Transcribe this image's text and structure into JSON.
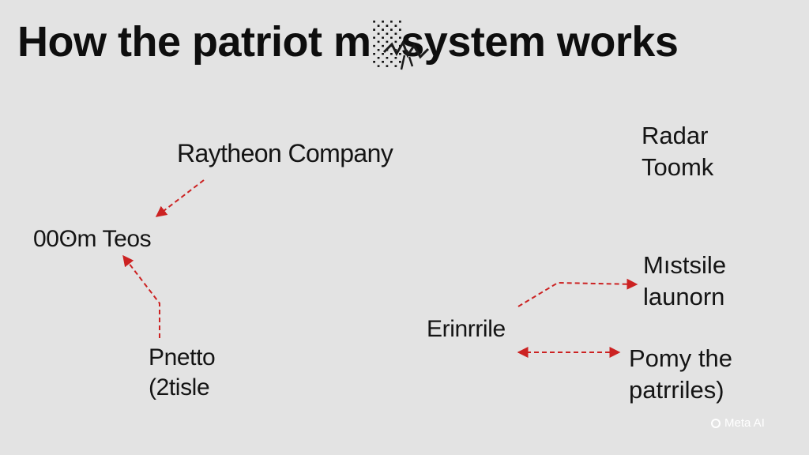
{
  "title": "How the patriot m░system works",
  "nodes": {
    "raytheon": "Raytheon Company",
    "ooz_teos": "00ʘm Teos",
    "pnetto": [
      "Pnetto",
      "(2tisle"
    ],
    "radar": [
      "Radar",
      "Toomk"
    ],
    "missile_launch": [
      "Mıstsile",
      "launorn"
    ],
    "erinrrile": "Erinrrile",
    "pomy": [
      "Pomy the",
      "patrriles)"
    ]
  },
  "watermark": "Meta AI",
  "colors": {
    "background": "#e3e3e3",
    "text": "#111111",
    "arrow": "#cc2222",
    "watermark": "#ffffff"
  },
  "edges": [
    {
      "from": "raytheon",
      "to": "ooz_teos",
      "style": "dashed",
      "head": "end"
    },
    {
      "from": "pnetto",
      "to": "ooz_teos",
      "style": "dashed",
      "head": "end"
    },
    {
      "from": "erinrrile",
      "to": "missile_launch",
      "style": "dashed",
      "head": "end"
    },
    {
      "from": "erinrrile",
      "to": "pomy",
      "style": "dashed",
      "head": "both"
    }
  ]
}
